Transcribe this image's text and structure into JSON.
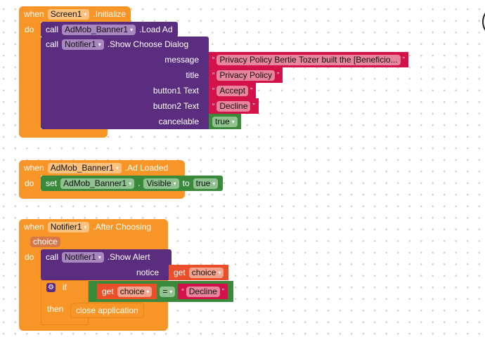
{
  "block1": {
    "when": "when",
    "component": "Screen1",
    "event": ".Initialize",
    "do": "do",
    "load_ad": {
      "call": "call",
      "component": "AdMob_Banner1",
      "method": ".Load Ad"
    },
    "dialog": {
      "call": "call",
      "component": "Notifier1",
      "method": ".Show Choose Dialog",
      "params": [
        {
          "label": "message",
          "value": "Privacy Policy Bertie Tozer built the [Beneficio..."
        },
        {
          "label": "title",
          "value": "Privacy Policy"
        },
        {
          "label": "button1 Text",
          "value": "Accept"
        },
        {
          "label": "button2 Text",
          "value": "Decline"
        },
        {
          "label": "cancelable",
          "value": "true"
        }
      ]
    }
  },
  "block2": {
    "when": "when",
    "component": "AdMob_Banner1",
    "event": ".Ad Loaded",
    "do": "do",
    "set": {
      "set": "set",
      "component": "AdMob_Banner1",
      "dot": ".",
      "property": "Visible",
      "to": "to",
      "value": "true"
    }
  },
  "block3": {
    "when": "when",
    "component": "Notifier1",
    "event": ".After Choosing",
    "param": "choice",
    "do": "do",
    "alert": {
      "call": "call",
      "component": "Notifier1",
      "method": ".Show Alert",
      "notice_label": "notice",
      "get": "get",
      "var": "choice"
    },
    "if": {
      "if": "if",
      "then": "then",
      "get": "get",
      "var": "choice",
      "op": "=",
      "value": "Decline",
      "action": "close application"
    }
  },
  "quotes": {
    "open": "“",
    "close": "”"
  },
  "caret": "▾"
}
